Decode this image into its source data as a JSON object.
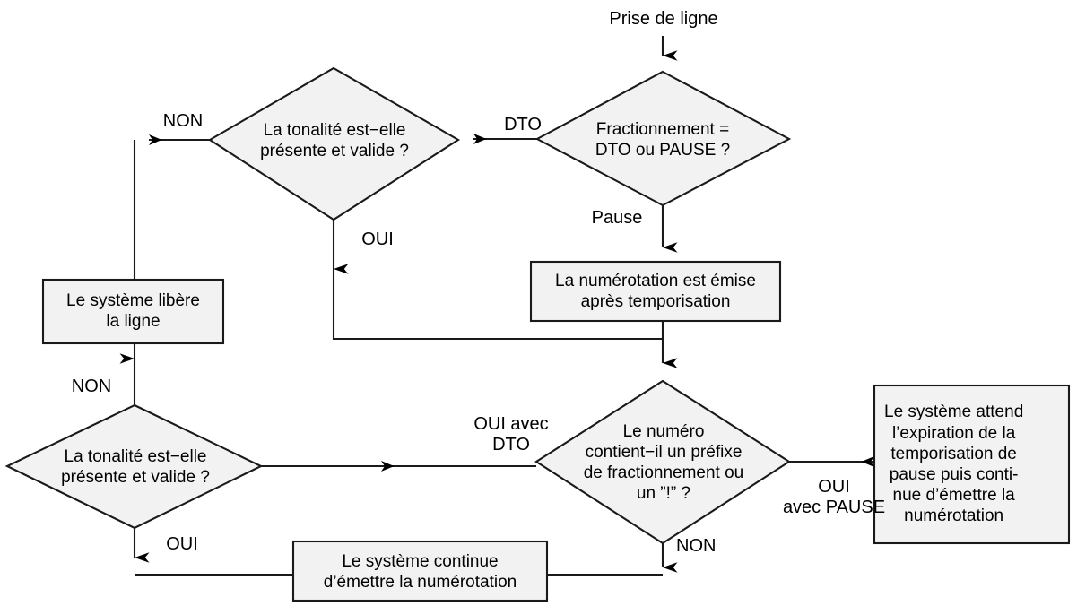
{
  "diagram": {
    "title": "Prise de ligne",
    "type": "flowchart",
    "language": "fr",
    "colors": {
      "node_fill": "#f2f2f2",
      "stroke": "#1a1a1a",
      "text": "#000000",
      "background": "#ffffff"
    },
    "nodes": [
      {
        "id": "start",
        "shape": "label",
        "text": "Prise de ligne"
      },
      {
        "id": "decision_fractionnement",
        "shape": "diamond",
        "text": "Fractionnement =\nDTO ou PAUSE ?"
      },
      {
        "id": "decision_tonalite_top",
        "shape": "diamond",
        "text": "La tonalité est−elle\nprésente et valide ?"
      },
      {
        "id": "process_libere",
        "shape": "rect",
        "text": "Le système libère\nla ligne"
      },
      {
        "id": "process_numerotation_temporisation",
        "shape": "rect",
        "text": "La numérotation est émise\naprès temporisation"
      },
      {
        "id": "decision_tonalite_bottom",
        "shape": "diamond",
        "text": "La tonalité est−elle\nprésente et valide ?"
      },
      {
        "id": "decision_prefixe",
        "shape": "diamond",
        "text": "Le numéro\ncontient−il un préfixe\nde fractionnement ou\nun ”!” ?"
      },
      {
        "id": "process_attend_pause",
        "shape": "rect",
        "text": "Le système attend\nl’expiration de la\ntemporisation de\npause puis conti-\nnue d’émettre la\nnumérotation"
      },
      {
        "id": "process_continue_numerotation",
        "shape": "rect",
        "text": "Le système continue\nd’émettre la numérotation"
      }
    ],
    "edge_labels": {
      "dto": "DTO",
      "pause": "Pause",
      "non_top": "NON",
      "oui_top": "OUI",
      "non_bottom": "NON",
      "oui_bottom": "OUI",
      "oui_avec_dto": "OUI avec\nDTO",
      "oui_avec_pause": "OUI\navec PAUSE",
      "non_prefixe": "NON"
    }
  }
}
